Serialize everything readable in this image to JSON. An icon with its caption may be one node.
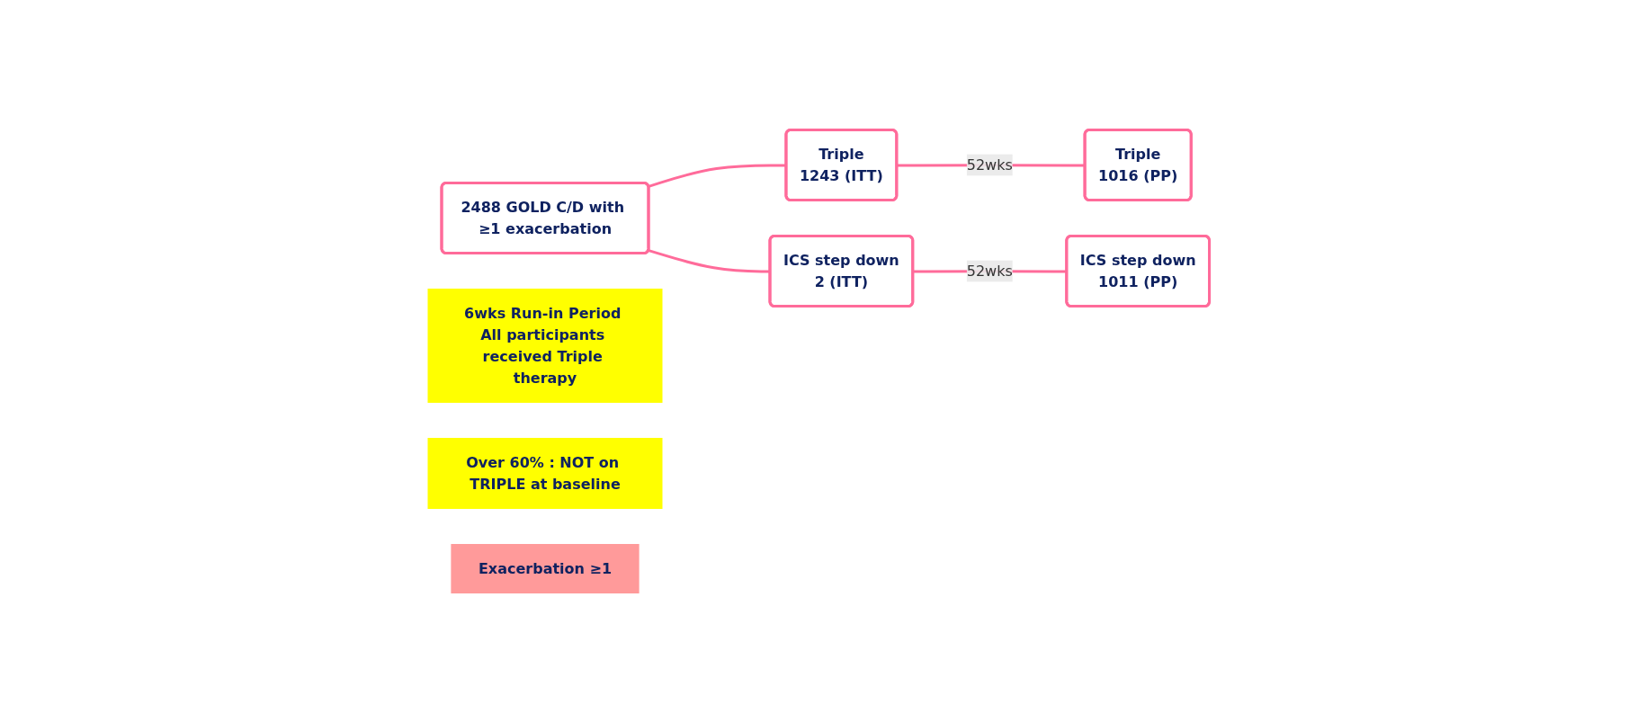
{
  "diagram": {
    "nodes": [
      {
        "text": [
          "2488 GOLD C/D with ≥1 exacerbation"
        ]
      },
      {
        "text": [
          "Triple",
          "1243 (ITT)"
        ]
      },
      {
        "text": [
          "ICS step down",
          "2 (ITT)"
        ]
      },
      {
        "text": [
          "Triple",
          "1016 (PP)"
        ]
      },
      {
        "text": [
          "ICS step down",
          "1011 (PP)"
        ]
      },
      {
        "text": [
          "6wks Run-in Period All participants received Triple therapy"
        ]
      },
      {
        "text": [
          "Over 60% : NOT on TRIPLE at baseline"
        ]
      },
      {
        "text": [
          "Exacerbation ≥1"
        ]
      }
    ],
    "edges": [
      {
        "from": 0,
        "to": 1,
        "arrow": "none"
      },
      {
        "from": 0,
        "to": 2,
        "arrow": "none"
      },
      {
        "from": 1,
        "to": 3,
        "arrow": "none",
        "label": "52wks"
      },
      {
        "from": 2,
        "to": 4,
        "arrow": "none",
        "label": "52wks"
      }
    ]
  }
}
